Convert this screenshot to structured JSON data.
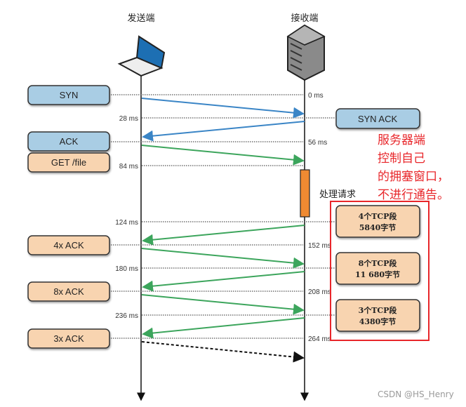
{
  "endpoints": {
    "sender": "发送端",
    "receiver": "接收端"
  },
  "times": [
    "0 ms",
    "28 ms",
    "56 ms",
    "84 ms",
    "124 ms",
    "152 ms",
    "180 ms",
    "208 ms",
    "236 ms",
    "264 ms"
  ],
  "sender_boxes": [
    "SYN",
    "ACK",
    "GET /file",
    "4x ACK",
    "8x ACK",
    "3x ACK"
  ],
  "receiver_boxes": {
    "syn_ack": "SYN ACK",
    "batch1": [
      "4个TCP段",
      "5840字节"
    ],
    "batch2": [
      "8个TCP段",
      "11 680字节"
    ],
    "batch3": [
      "3个TCP段",
      "4380字节"
    ]
  },
  "processing_label": "处理请求",
  "annotation": [
    "服务器端",
    "控制自己",
    "的拥塞窗口，",
    "不进行通告。"
  ],
  "watermark": "CSDN @HS_Henry",
  "colors": {
    "blue_box": "#a9cde4",
    "peach_box": "#f8d4b0",
    "blue_arrow": "#3a85c6",
    "green_arrow": "#3ca55c",
    "processing": "#ef8a32",
    "annotation": "#e8262a"
  }
}
